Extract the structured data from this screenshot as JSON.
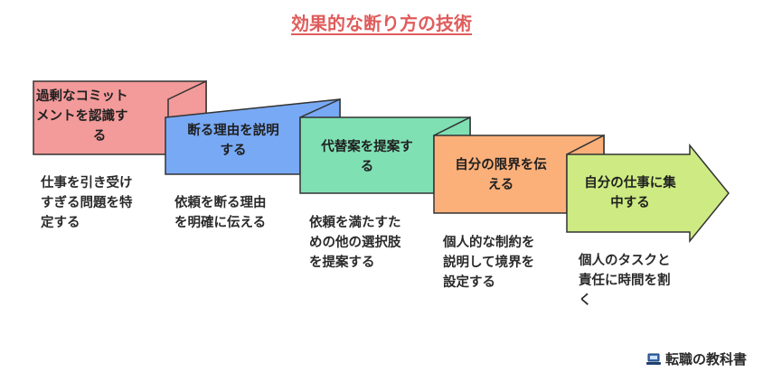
{
  "title": "効果的な断り方の技術",
  "steps": [
    {
      "label": "過剰なコミットメントを認識する",
      "lines": [
        "過剰なコミット",
        "メントを認識す",
        "る"
      ],
      "description": [
        "仕事を引き受け",
        "すぎる問題を特",
        "定する"
      ],
      "color": "#f39a9a"
    },
    {
      "label": "断る理由を説明する",
      "lines": [
        "断る理由を説明",
        "する"
      ],
      "description": [
        "依頼を断る理由",
        "を明確に伝える"
      ],
      "color": "#78a9f5"
    },
    {
      "label": "代替案を提案する",
      "lines": [
        "代替案を提案す",
        "る"
      ],
      "description": [
        "依頼を満たすた",
        "めの他の選択肢",
        "を提案する"
      ],
      "color": "#7fe0b4"
    },
    {
      "label": "自分の限界を伝える",
      "lines": [
        "自分の限界を伝",
        "える"
      ],
      "description": [
        "個人的な制約を",
        "説明して境界を",
        "設定する"
      ],
      "color": "#fbb07a"
    },
    {
      "label": "自分の仕事に集中する",
      "lines": [
        "自分の仕事に集",
        "中する"
      ],
      "description": [
        "個人のタスクと",
        "責任に時間を割",
        "く"
      ],
      "color": "#cdeb82"
    }
  ],
  "footer": {
    "brand": "転職の教科書",
    "icon": "laptop-icon"
  }
}
